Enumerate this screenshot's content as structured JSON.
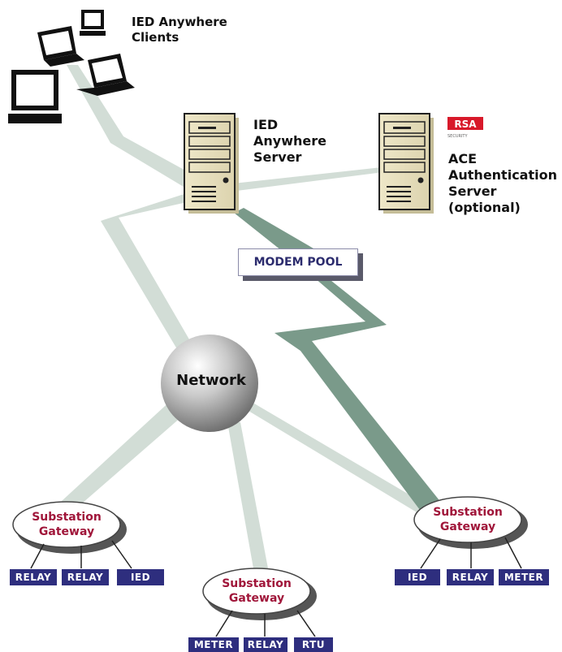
{
  "clients": {
    "label_line1": "IED Anywhere",
    "label_line2": "Clients"
  },
  "server": {
    "label_line1": "IED",
    "label_line2": "Anywhere",
    "label_line3": "Server"
  },
  "ace": {
    "label_line1": "ACE",
    "label_line2": "Authentication",
    "label_line3": "Server",
    "label_line4": "(optional)",
    "logo_text": "RSA",
    "logo_subtext": "SECURITY"
  },
  "modem_pool": {
    "label": "MODEM POOL"
  },
  "network": {
    "label": "Network"
  },
  "gateway_left": {
    "line1": "Substation",
    "line2": "Gateway",
    "devices": [
      "RELAY",
      "RELAY",
      "IED"
    ]
  },
  "gateway_center": {
    "line1": "Substation",
    "line2": "Gateway",
    "devices": [
      "METER",
      "RELAY",
      "RTU"
    ]
  },
  "gateway_right": {
    "line1": "Substation",
    "line2": "Gateway",
    "devices": [
      "IED",
      "RELAY",
      "METER"
    ]
  },
  "colors": {
    "light_band": "#d2ddd6",
    "dark_band": "#7a9a8a",
    "device_tag": "#2e2e7e",
    "gateway_text": "#a0163a",
    "rsa_red": "#d8192a"
  }
}
